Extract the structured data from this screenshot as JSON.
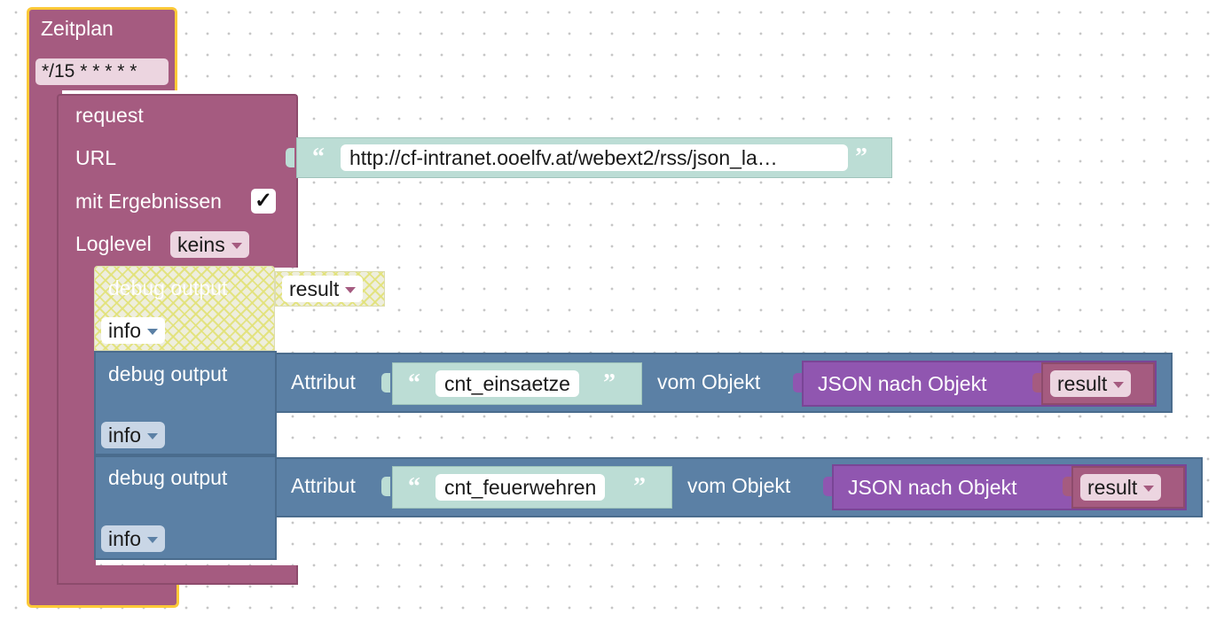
{
  "schedule": {
    "label": "Zeitplan",
    "cron": "*/15 * * * * *"
  },
  "request": {
    "label": "request",
    "url_label": "URL",
    "url_value": "http://cf-intranet.ooelfv.at/webext2/rss/json_la…",
    "results_label": "mit Ergebnissen",
    "results_checked": "✓",
    "loglevel_label": "Loglevel",
    "loglevel_value": "keins"
  },
  "debug_disabled": {
    "label": "debug output",
    "var": "result",
    "level": "info"
  },
  "debug1": {
    "label": "debug output",
    "attr_label": "Attribut",
    "attr_name": "cnt_einsaetze",
    "from_label": "vom Objekt",
    "json_label": "JSON nach Objekt",
    "var": "result",
    "level": "info"
  },
  "debug2": {
    "label": "debug output",
    "attr_label": "Attribut",
    "attr_name": "cnt_feuerwehren",
    "from_label": "vom Objekt",
    "json_label": "JSON nach Objekt",
    "var": "result",
    "level": "info"
  },
  "quotes": {
    "open": "“",
    "close": "”"
  },
  "colors": {
    "schedule": "#a55b80",
    "highlight": "#fcc937",
    "request": "#a55b80",
    "string": "#bcddd5",
    "debug": "#5b80a5",
    "json": "#9056b0",
    "disabled": "#eeeede"
  }
}
